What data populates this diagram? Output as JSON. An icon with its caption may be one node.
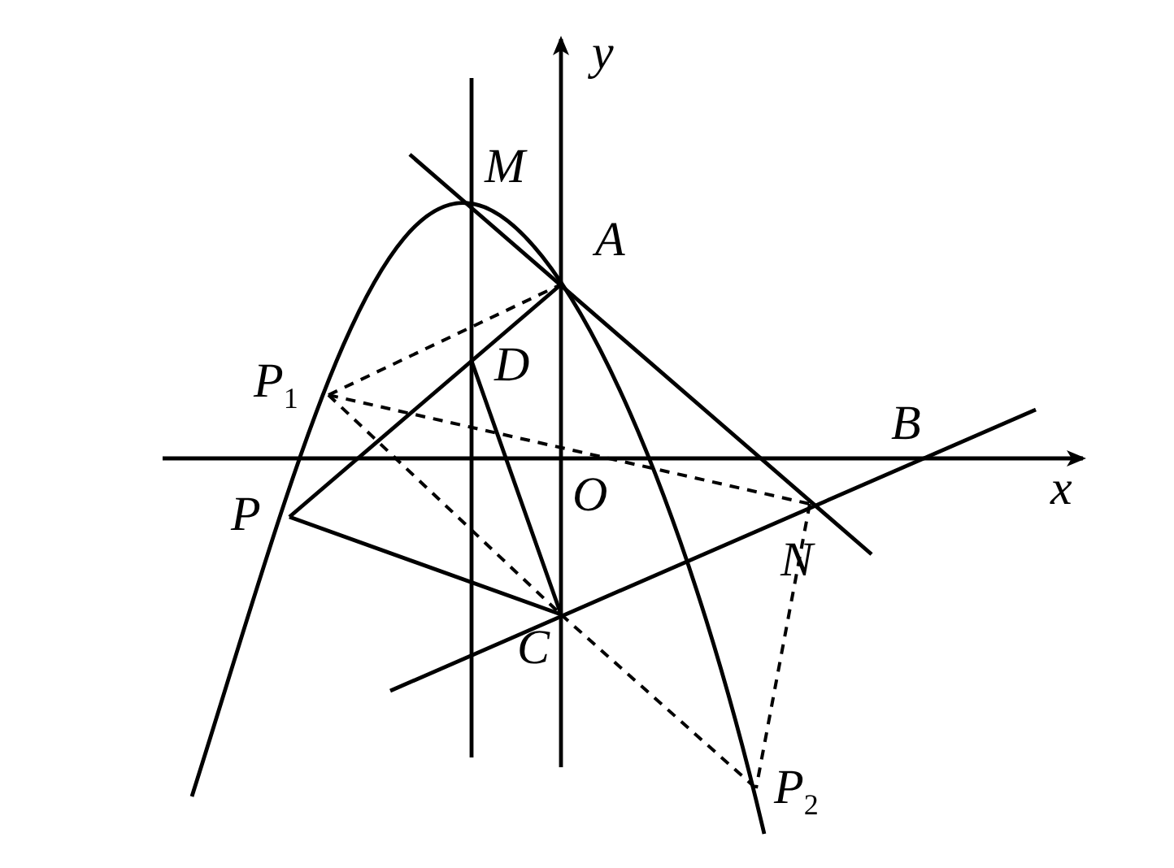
{
  "diagram": {
    "labels": [
      "y",
      "M",
      "A",
      "D",
      "P$_{1}$",
      "B",
      "x",
      "P",
      "O",
      "N",
      "C",
      "P$_{2}$"
    ]
  }
}
